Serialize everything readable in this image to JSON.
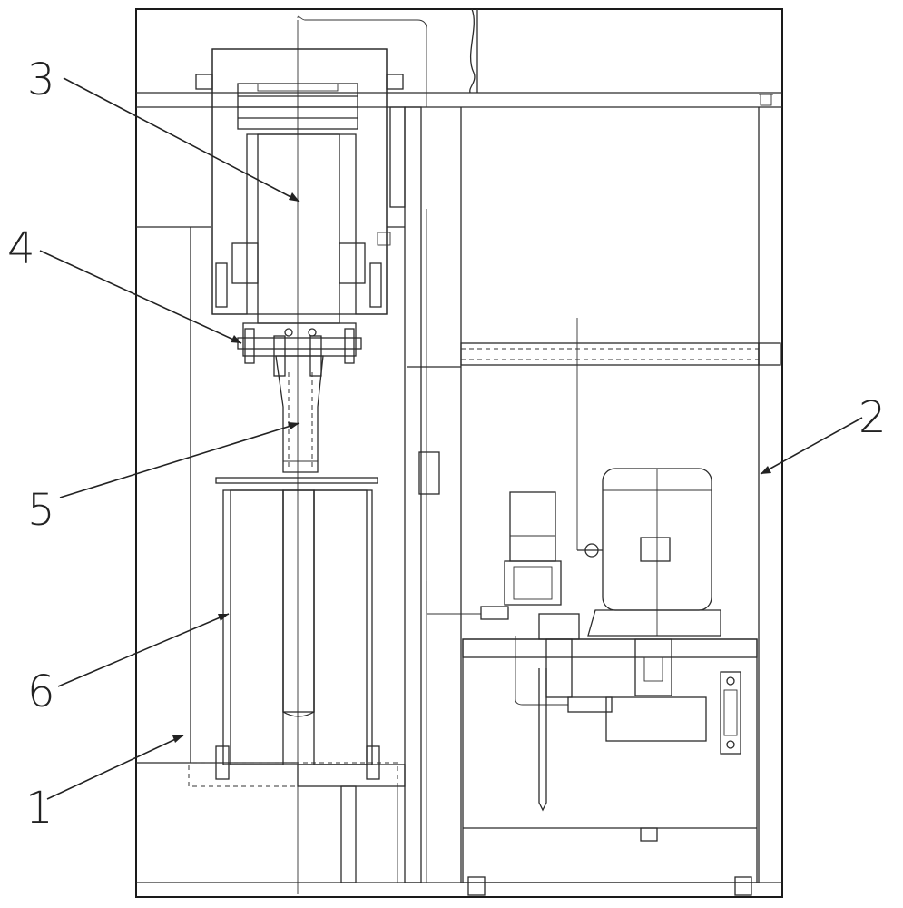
{
  "drawing": {
    "callouts": [
      {
        "id": "1",
        "label": "1"
      },
      {
        "id": "2",
        "label": "2"
      },
      {
        "id": "3",
        "label": "3"
      },
      {
        "id": "4",
        "label": "4"
      },
      {
        "id": "5",
        "label": "5"
      },
      {
        "id": "6",
        "label": "6"
      }
    ]
  },
  "colors": {
    "line": "#2b2b2b",
    "background": "#ffffff"
  }
}
